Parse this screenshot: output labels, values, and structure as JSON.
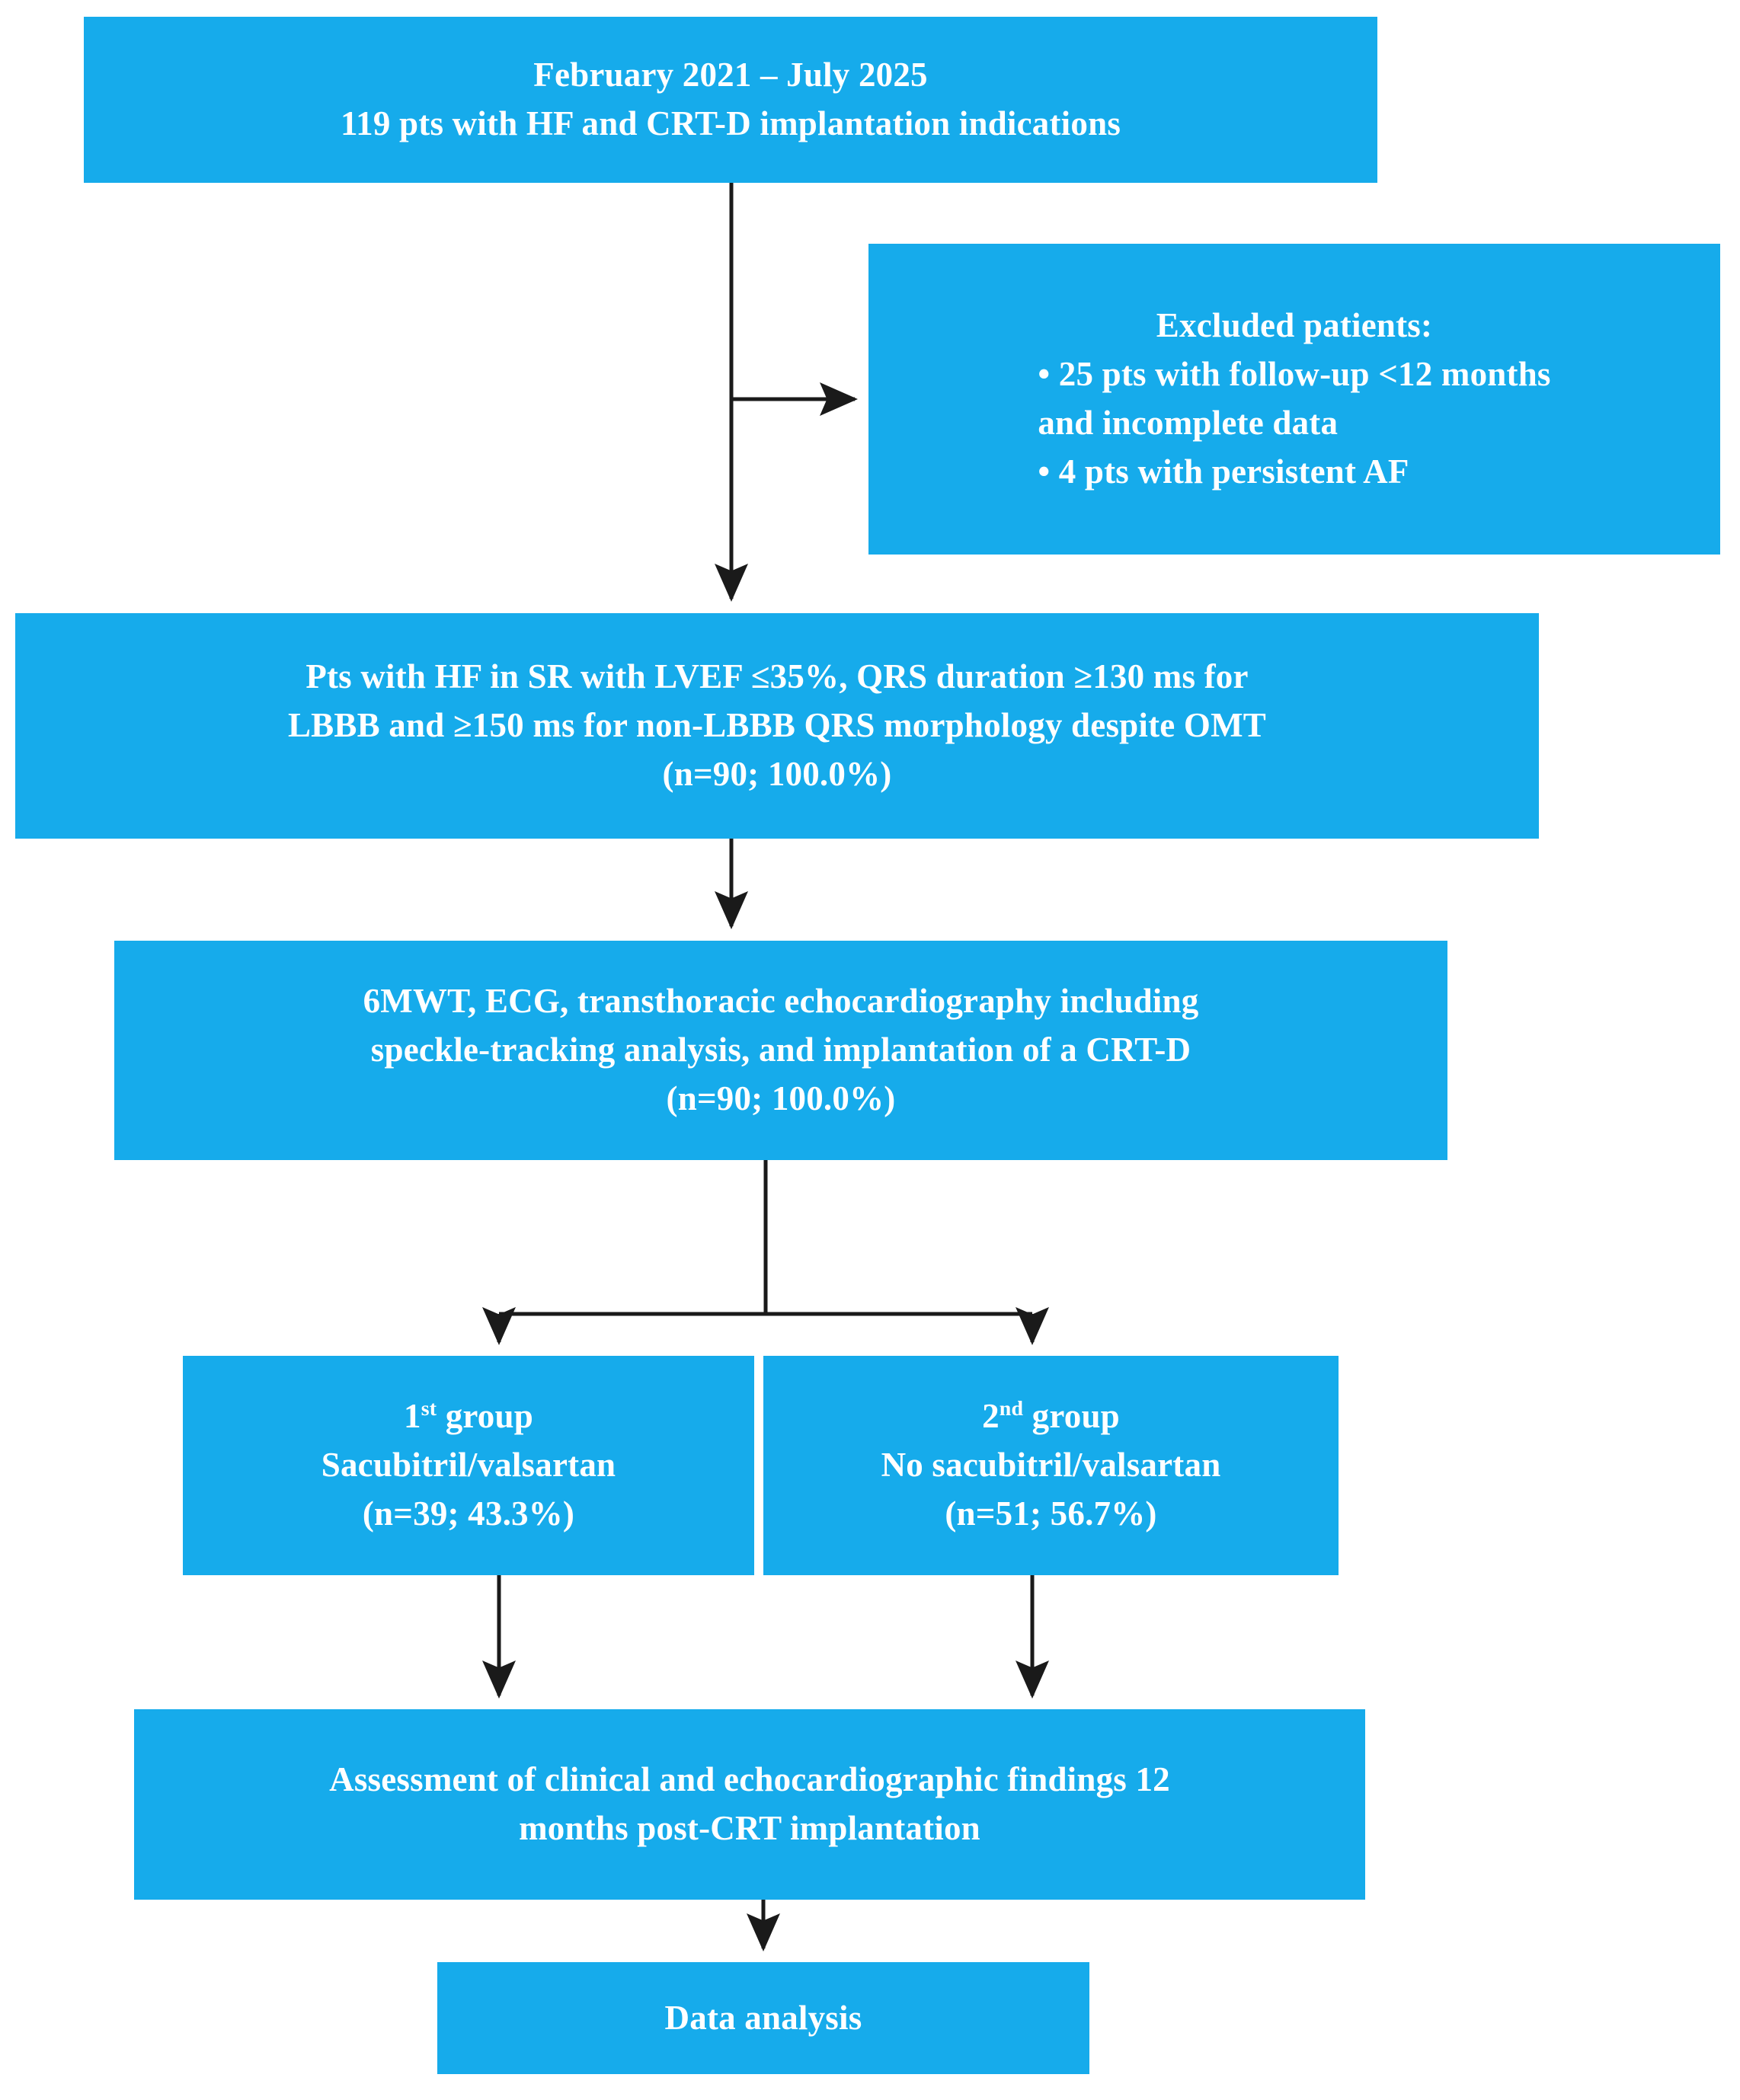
{
  "theme": {
    "box_fill": "#16ABEB",
    "box_text": "#ffffff",
    "edge_color": "#1a1a1a",
    "page_background": "#ffffff"
  },
  "diagram": {
    "type": "flowchart",
    "title": "CRT-D study patient enrollment flow",
    "nodes": {
      "enrollment": {
        "id": "enrollment",
        "lines": [
          "February 2021 – July 2025",
          "119 pts with HF and CRT-D implantation indications"
        ]
      },
      "excluded": {
        "id": "excluded",
        "heading": "Excluded patients:",
        "bullets": [
          "• 25 pts with follow-up <12 months",
          "and incomplete data",
          "• 4 pts with persistent AF"
        ]
      },
      "criteria": {
        "id": "criteria",
        "lines": [
          "Pts with HF in SR with LVEF ≤35%, QRS duration ≥130 ms for",
          "LBBB and ≥150 ms for non-LBBB QRS morphology despite OMT",
          "(n=90; 100.0%)"
        ]
      },
      "baseline": {
        "id": "baseline",
        "lines": [
          "6MWT, ECG, transthoracic echocardiography including",
          "speckle-tracking analysis, and implantation of a CRT-D",
          "(n=90; 100.0%)"
        ]
      },
      "group1": {
        "id": "group1",
        "title_number": "1",
        "title_ordinal": "st",
        "title_suffix": " group",
        "lines": [
          "Sacubitril/valsartan",
          "(n=39; 43.3%)"
        ]
      },
      "group2": {
        "id": "group2",
        "title_number": "2",
        "title_ordinal": "nd",
        "title_suffix": " group",
        "lines": [
          "No sacubitril/valsartan",
          "(n=51; 56.7%)"
        ]
      },
      "assessment": {
        "id": "assessment",
        "lines": [
          "Assessment of clinical and echocardiographic findings 12",
          "months post-CRT implantation"
        ]
      },
      "data_analysis": {
        "id": "data_analysis",
        "lines": [
          "Data analysis"
        ]
      }
    },
    "edges": [
      {
        "from": "enrollment",
        "to": "criteria",
        "style": "vertical-arrow"
      },
      {
        "from": "enrollment",
        "to": "excluded",
        "style": "branch-right-arrow"
      },
      {
        "from": "criteria",
        "to": "baseline",
        "style": "vertical-arrow"
      },
      {
        "from": "baseline",
        "to": "group1",
        "style": "split-left-arrow"
      },
      {
        "from": "baseline",
        "to": "group2",
        "style": "split-right-arrow"
      },
      {
        "from": "group1",
        "to": "assessment",
        "style": "vertical-arrow"
      },
      {
        "from": "group2",
        "to": "assessment",
        "style": "vertical-arrow"
      },
      {
        "from": "assessment",
        "to": "data_analysis",
        "style": "vertical-arrow"
      }
    ],
    "counts": {
      "screened": 119,
      "excluded_followup_incomplete": 25,
      "excluded_persistent_af": 4,
      "included_total": 90,
      "group1_n": 39,
      "group1_pct": "43.3%",
      "group2_n": 51,
      "group2_pct": "56.7%"
    }
  }
}
